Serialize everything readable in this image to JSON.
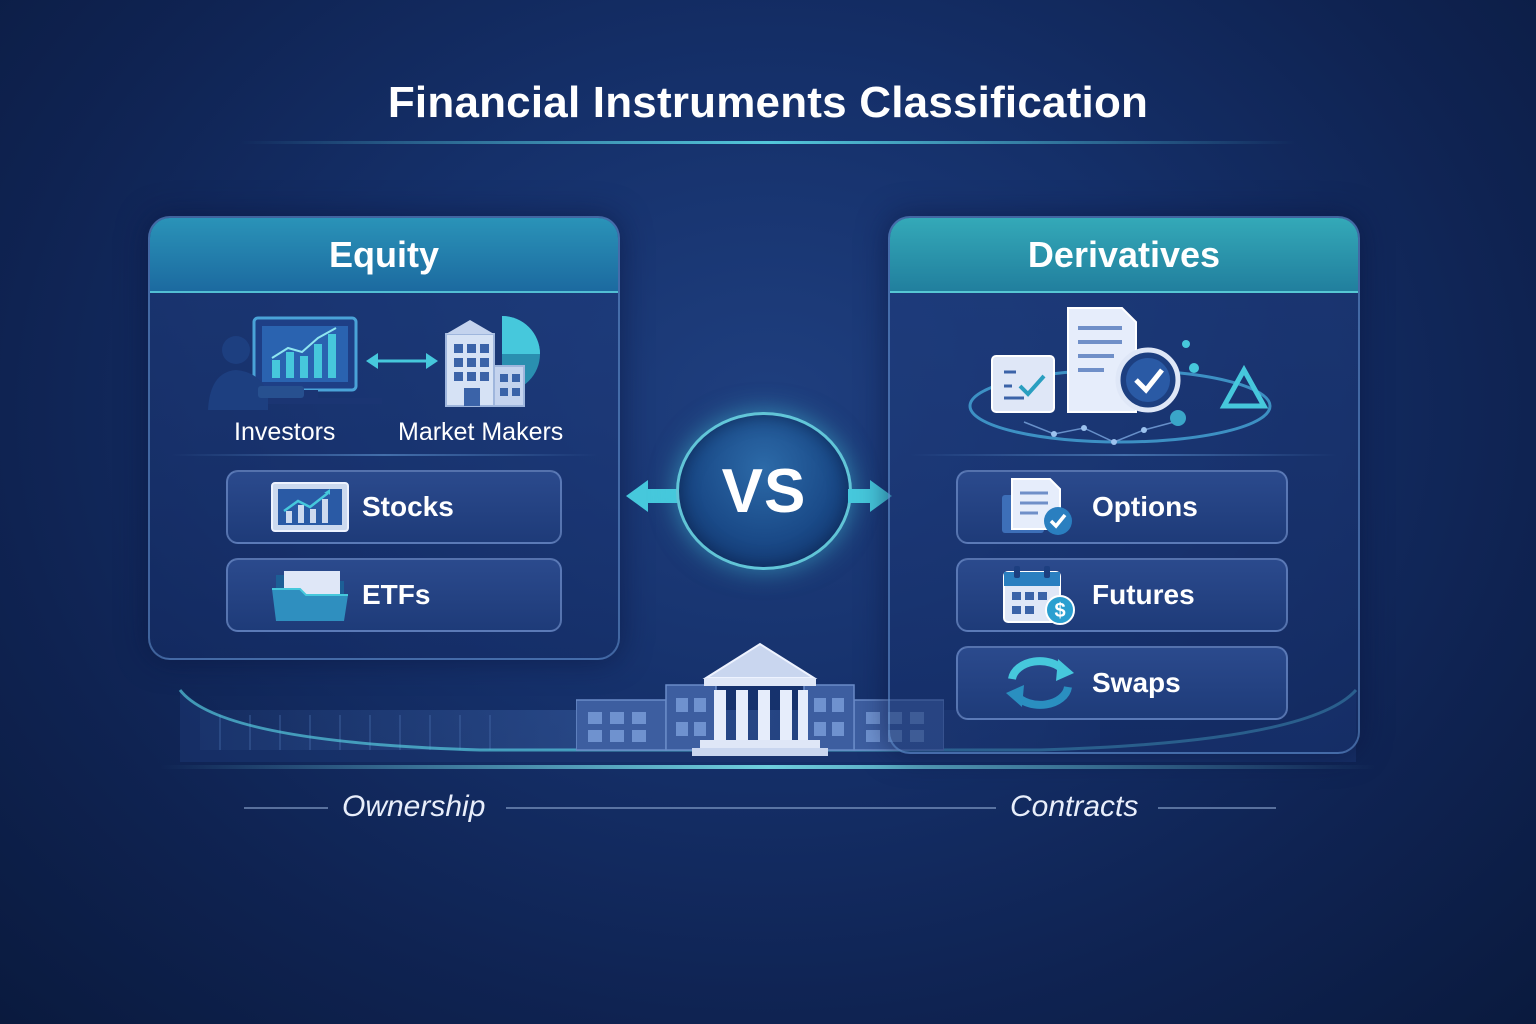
{
  "title": "Financial Instruments Classification",
  "equity": {
    "header": "Equity",
    "roles": [
      "Investors",
      "Market Makers"
    ],
    "items": [
      {
        "label": "Stocks",
        "icon": "stock-chart-icon"
      },
      {
        "label": "ETFs",
        "icon": "folder-icon"
      }
    ]
  },
  "derivatives": {
    "header": "Derivatives",
    "items": [
      {
        "label": "Options",
        "icon": "document-check-icon"
      },
      {
        "label": "Futures",
        "icon": "calendar-dollar-icon"
      },
      {
        "label": "Swaps",
        "icon": "swap-arrows-icon"
      }
    ]
  },
  "center": {
    "label": "VS"
  },
  "footer": {
    "left": "Ownership",
    "right": "Contracts"
  },
  "colors": {
    "background": "#15306a",
    "accent_teal": "#46c8dc",
    "panel_header_equity": "#1c6aa0",
    "panel_header_derivatives": "#217f9e",
    "item_fill": "#2b4a8d"
  }
}
